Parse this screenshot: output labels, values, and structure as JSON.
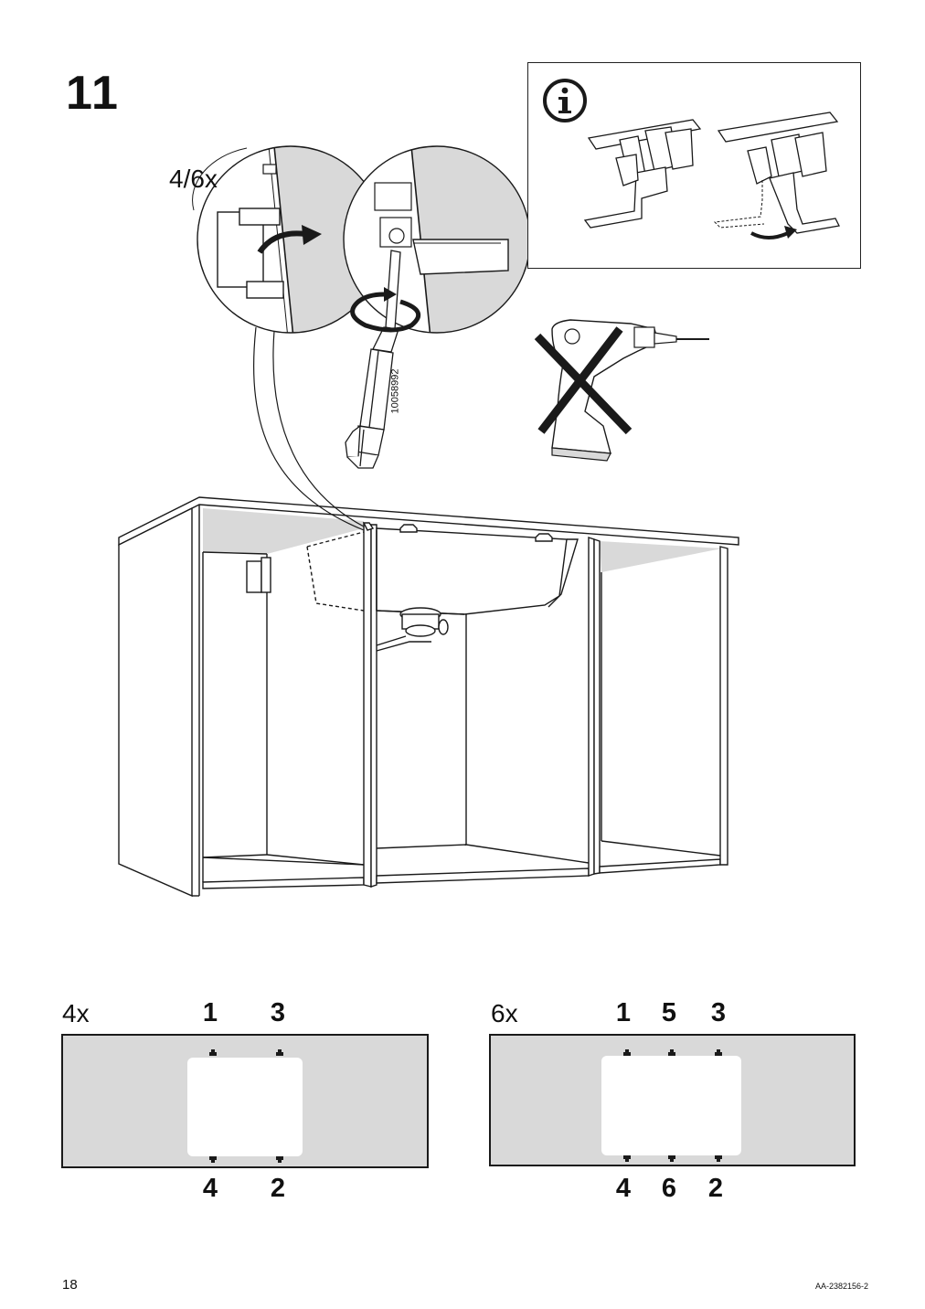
{
  "step": {
    "number": "11"
  },
  "detail": {
    "quantity": "4/6x",
    "bit_code": "10058992"
  },
  "diagrams": {
    "four": {
      "label": "4x",
      "top_numbers": [
        "1",
        "3"
      ],
      "bottom_numbers": [
        "4",
        "2"
      ]
    },
    "six": {
      "label": "6x",
      "top_numbers": [
        "1",
        "5",
        "3"
      ],
      "bottom_numbers": [
        "4",
        "6",
        "2"
      ]
    }
  },
  "footer": {
    "page": "18",
    "code": "AA-2382156-2"
  },
  "icons": [
    "info-icon",
    "no-power-drill-icon",
    "screwdriver-bit-icon",
    "rotate-arrow-icon"
  ],
  "colors": {
    "panel_gray": "#d9d9d9",
    "line": "#1a1a1a"
  }
}
